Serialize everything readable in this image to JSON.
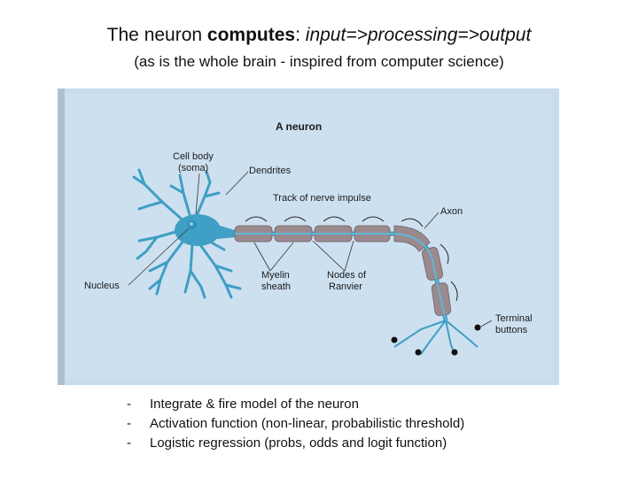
{
  "title": {
    "prefix": "The neuron ",
    "bold": "computes",
    "sep": ": ",
    "italic": "input=>processing=>output"
  },
  "subtitle": "(as is the whole brain - inspired from computer science)",
  "figure": {
    "heading": "A neuron",
    "labels": {
      "cell_body_1": "Cell body",
      "cell_body_2": "(soma)",
      "dendrites": "Dendrites",
      "track": "Track of nerve impulse",
      "axon": "Axon",
      "nucleus": "Nucleus",
      "myelin_1": "Myelin",
      "myelin_2": "sheath",
      "nodes_1": "Nodes of",
      "nodes_2": "Ranvier",
      "terminal_1": "Terminal",
      "terminal_2": "buttons"
    },
    "colors": {
      "background": "#c9dced",
      "neuron": "#3f9fc4",
      "myelin": "#9a8a8e"
    }
  },
  "bullets": [
    {
      "dash": "-",
      "text": "Integrate & fire model of the neuron"
    },
    {
      "dash": "-",
      "text": "Activation function (non-linear, probabilistic threshold)"
    },
    {
      "dash": "-",
      "text": "Logistic regression (probs, odds and logit function)"
    }
  ]
}
